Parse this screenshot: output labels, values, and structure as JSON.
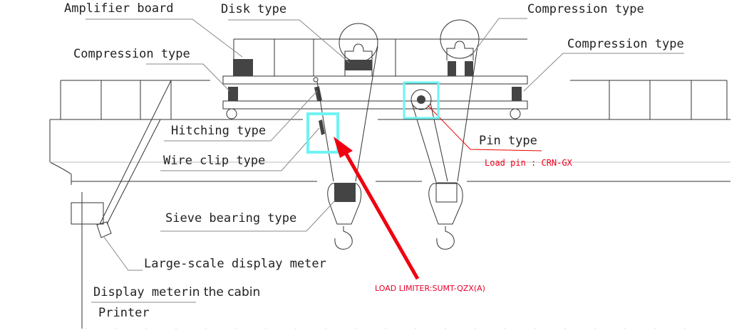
{
  "labels": {
    "amplifier_board": "Amplifier board",
    "disk_type": "Disk type",
    "compression_type_top_right": "Compression type",
    "compression_type_right": "Compression type",
    "compression_type_left": "Compression type",
    "hitching_type": "Hitching type",
    "wire_clip_type": "Wire clip type",
    "pin_type": "Pin type",
    "load_pin": "Load pin : CRN-GX",
    "sieve_bearing_type": "Sieve bearing type",
    "large_scale_display_meter": "Large-scale display meter",
    "display_meter_cabin_a": "Display meter",
    "display_meter_cabin_b": "in the cabin",
    "printer": "Printer",
    "load_limiter": "LOAD LIMITER:SUMT-QZX(A)"
  },
  "colors": {
    "highlight": "#6ff3f3",
    "arrow": "#f00010",
    "line": "#333333"
  }
}
